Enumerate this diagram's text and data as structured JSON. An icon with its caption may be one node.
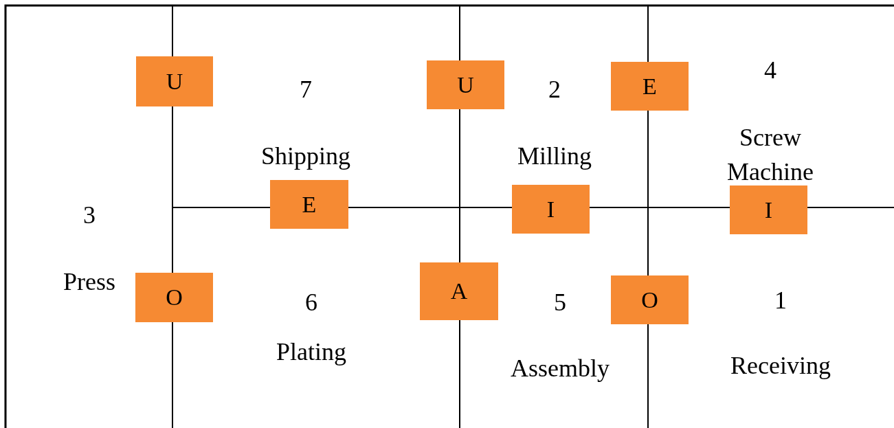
{
  "diagram": {
    "nodes": [
      {
        "text": [
          "U"
        ]
      },
      {
        "text": [
          "7",
          "Shipping"
        ]
      },
      {
        "text": [
          "U"
        ]
      },
      {
        "text": [
          "2",
          "Milling"
        ]
      },
      {
        "text": [
          "E"
        ]
      },
      {
        "text": [
          "4",
          "Screw Machine"
        ]
      },
      {
        "text": [
          "E"
        ]
      },
      {
        "text": [
          "I"
        ]
      },
      {
        "text": [
          "I"
        ]
      },
      {
        "text": [
          "3",
          "Press"
        ]
      },
      {
        "text": [
          "O"
        ]
      },
      {
        "text": [
          "A"
        ]
      },
      {
        "text": [
          "6",
          "Plating"
        ]
      },
      {
        "text": [
          "5",
          "Assembly"
        ]
      },
      {
        "text": [
          "O"
        ]
      },
      {
        "text": [
          "1",
          "Receiving"
        ]
      }
    ],
    "edges": []
  }
}
